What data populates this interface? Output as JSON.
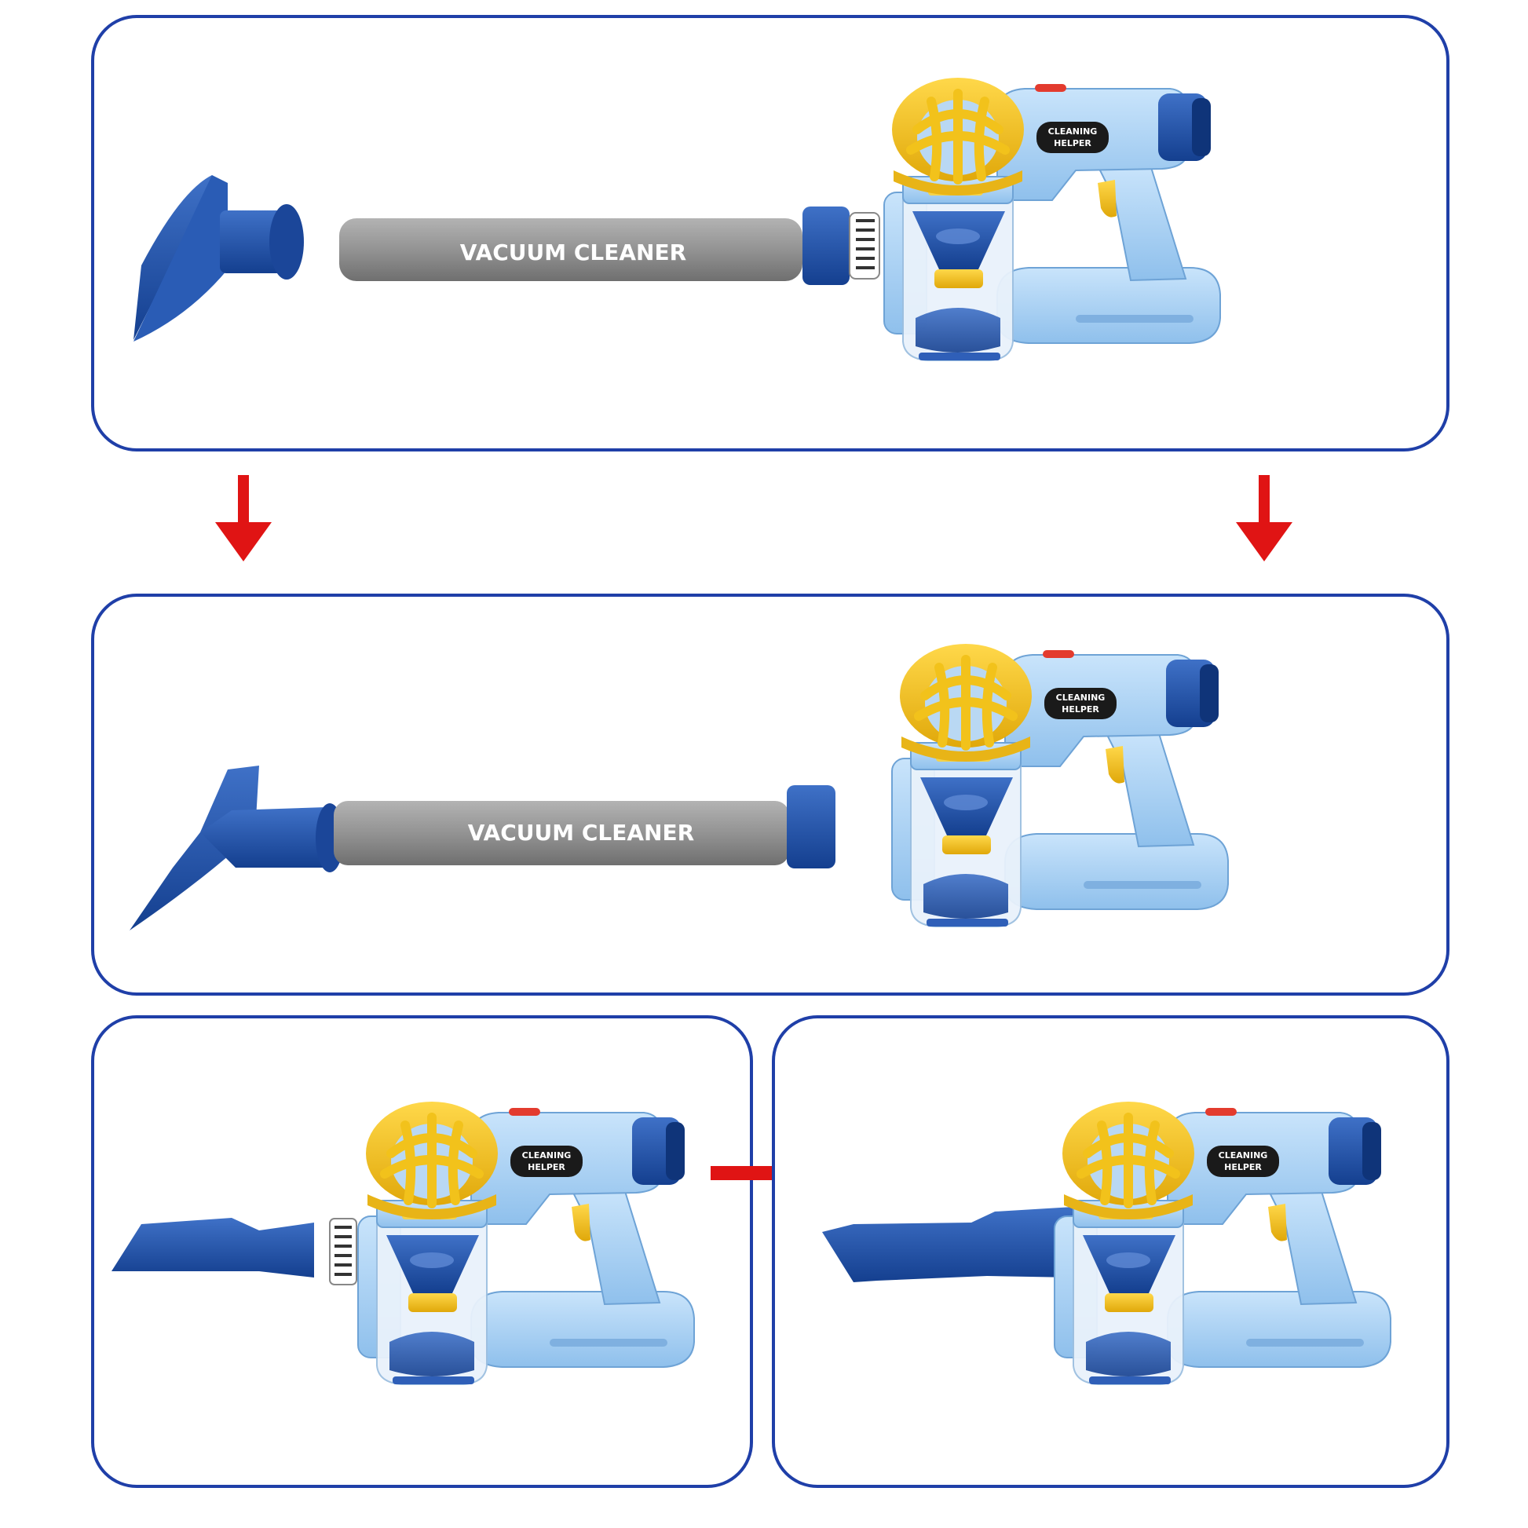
{
  "tube_label": "VACUUM CLEANER",
  "badge_line1": "CLEANING",
  "badge_line2": "HELPER",
  "colors": {
    "frame": "#1f3fa8",
    "arrow": "#e01414",
    "body": "#a9d2f4",
    "accent_blue": "#1e4fa6",
    "yellow": "#f2c21b",
    "tube": "#8e8e8e"
  }
}
